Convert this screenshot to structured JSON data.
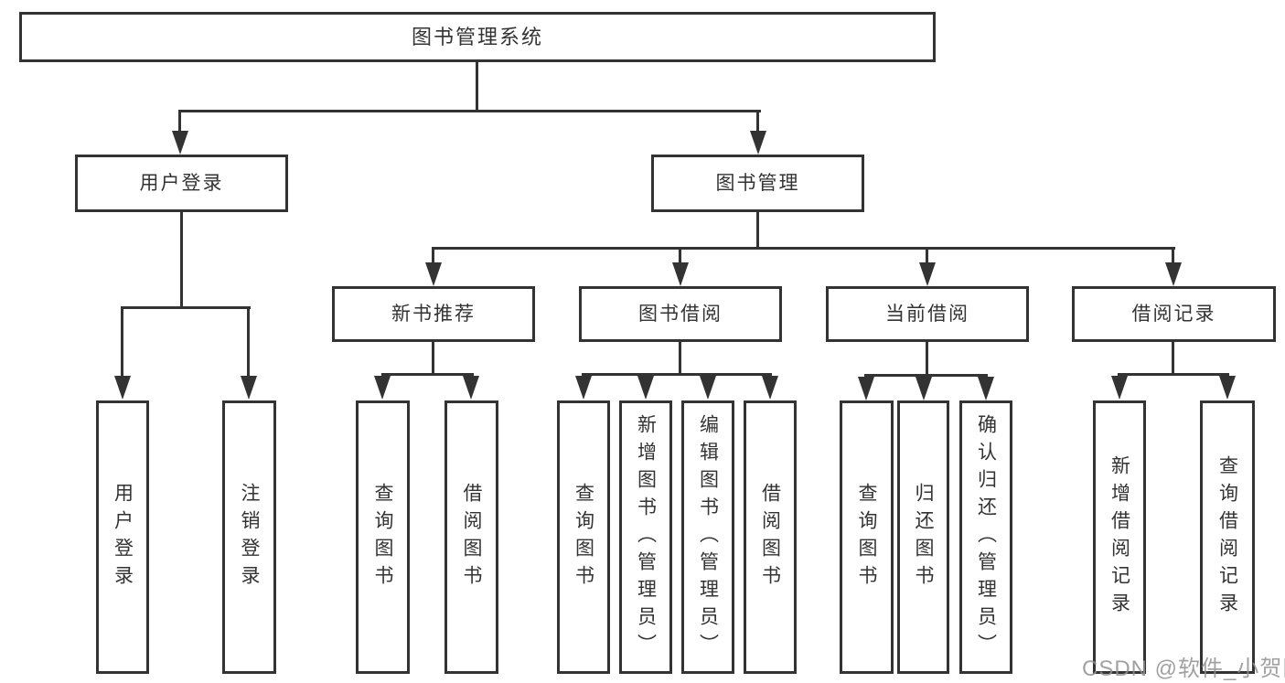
{
  "diagram": {
    "title": "图书管理系统",
    "level2": {
      "user_login": "用户登录",
      "book_mgmt": "图书管理"
    },
    "level3": {
      "new_book_rec": "新书推荐",
      "book_borrow": "图书借阅",
      "current_borrow": "当前借阅",
      "borrow_record": "借阅记录"
    },
    "leaves": {
      "ul_login": "用户登录",
      "ul_logout": "注销登录",
      "nb_query": "查询图书",
      "nb_borrow": "借阅图书",
      "bb_query": "查询图书",
      "bb_add": "新增图书（管理员）",
      "bb_edit": "编辑图书（管理员）",
      "bb_borrow": "借阅图书",
      "cb_query": "查询图书",
      "cb_return": "归还图书",
      "cb_confirm": "确认归还（管理员）",
      "br_add": "新增借阅记录",
      "br_query": "查询借阅记录"
    }
  },
  "watermark": {
    "text": "CSDN @软件_小贺同学"
  },
  "colors": {
    "line": "#333333",
    "text": "#333333",
    "background": "#ffffff",
    "watermark": "#919191"
  }
}
